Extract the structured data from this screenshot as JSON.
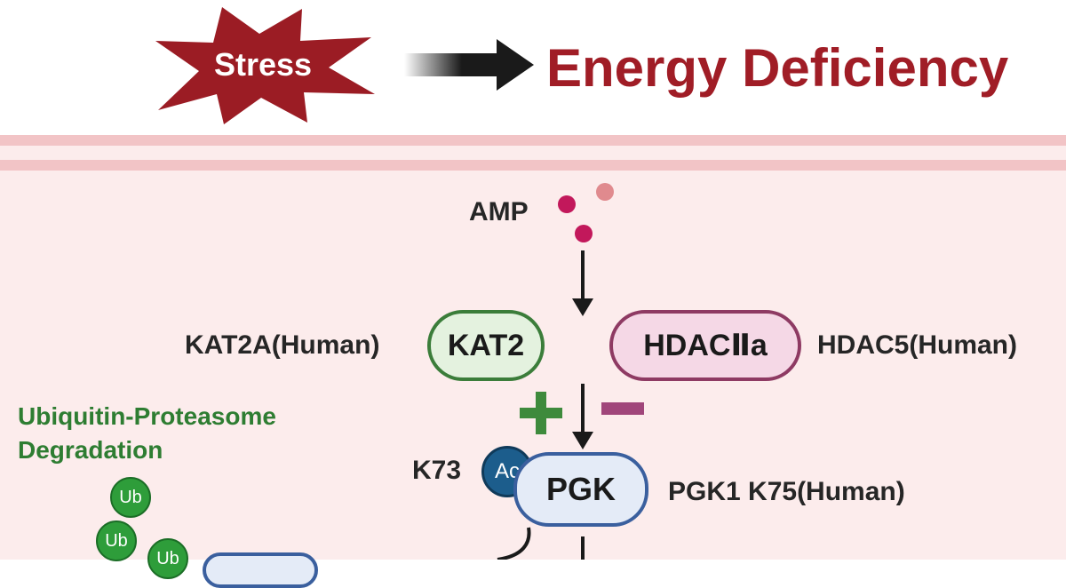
{
  "header": {
    "stress_label": "Stress",
    "title": "Energy Deficiency"
  },
  "molecules": {
    "amp_label": "AMP"
  },
  "enzymes": {
    "kat2_label": "KAT2",
    "kat2_human_label": "KAT2A(Human)",
    "hdac_label": "HDACⅡa",
    "hdac_human_label": "HDAC5(Human)",
    "pgk_label": "PGK",
    "pgk_human_label": "PGK1 K75(Human)",
    "site_label": "K73",
    "acetyl_label": "Ac"
  },
  "regulation": {
    "activate_symbol": "+",
    "inhibit_symbol": "−"
  },
  "degradation": {
    "title_line1": "Ubiquitin-Proteasome",
    "title_line2": "Degradation",
    "ub_label": "Ub"
  },
  "colors": {
    "stress_fill": "#9b1c24",
    "title": "#a01d26",
    "panel_bg": "#fcecec",
    "kat2_fill": "#e4f2df",
    "kat2_border": "#3b7d3a",
    "hdac_fill": "#f5d8e6",
    "hdac_border": "#8e3a63",
    "pgk_fill": "#e4ebf7",
    "pgk_border": "#3a5f9e",
    "ac_fill": "#1c5d8c",
    "ub_fill": "#2e9d3a",
    "plus": "#3e8a3c",
    "minus": "#a0457a"
  }
}
